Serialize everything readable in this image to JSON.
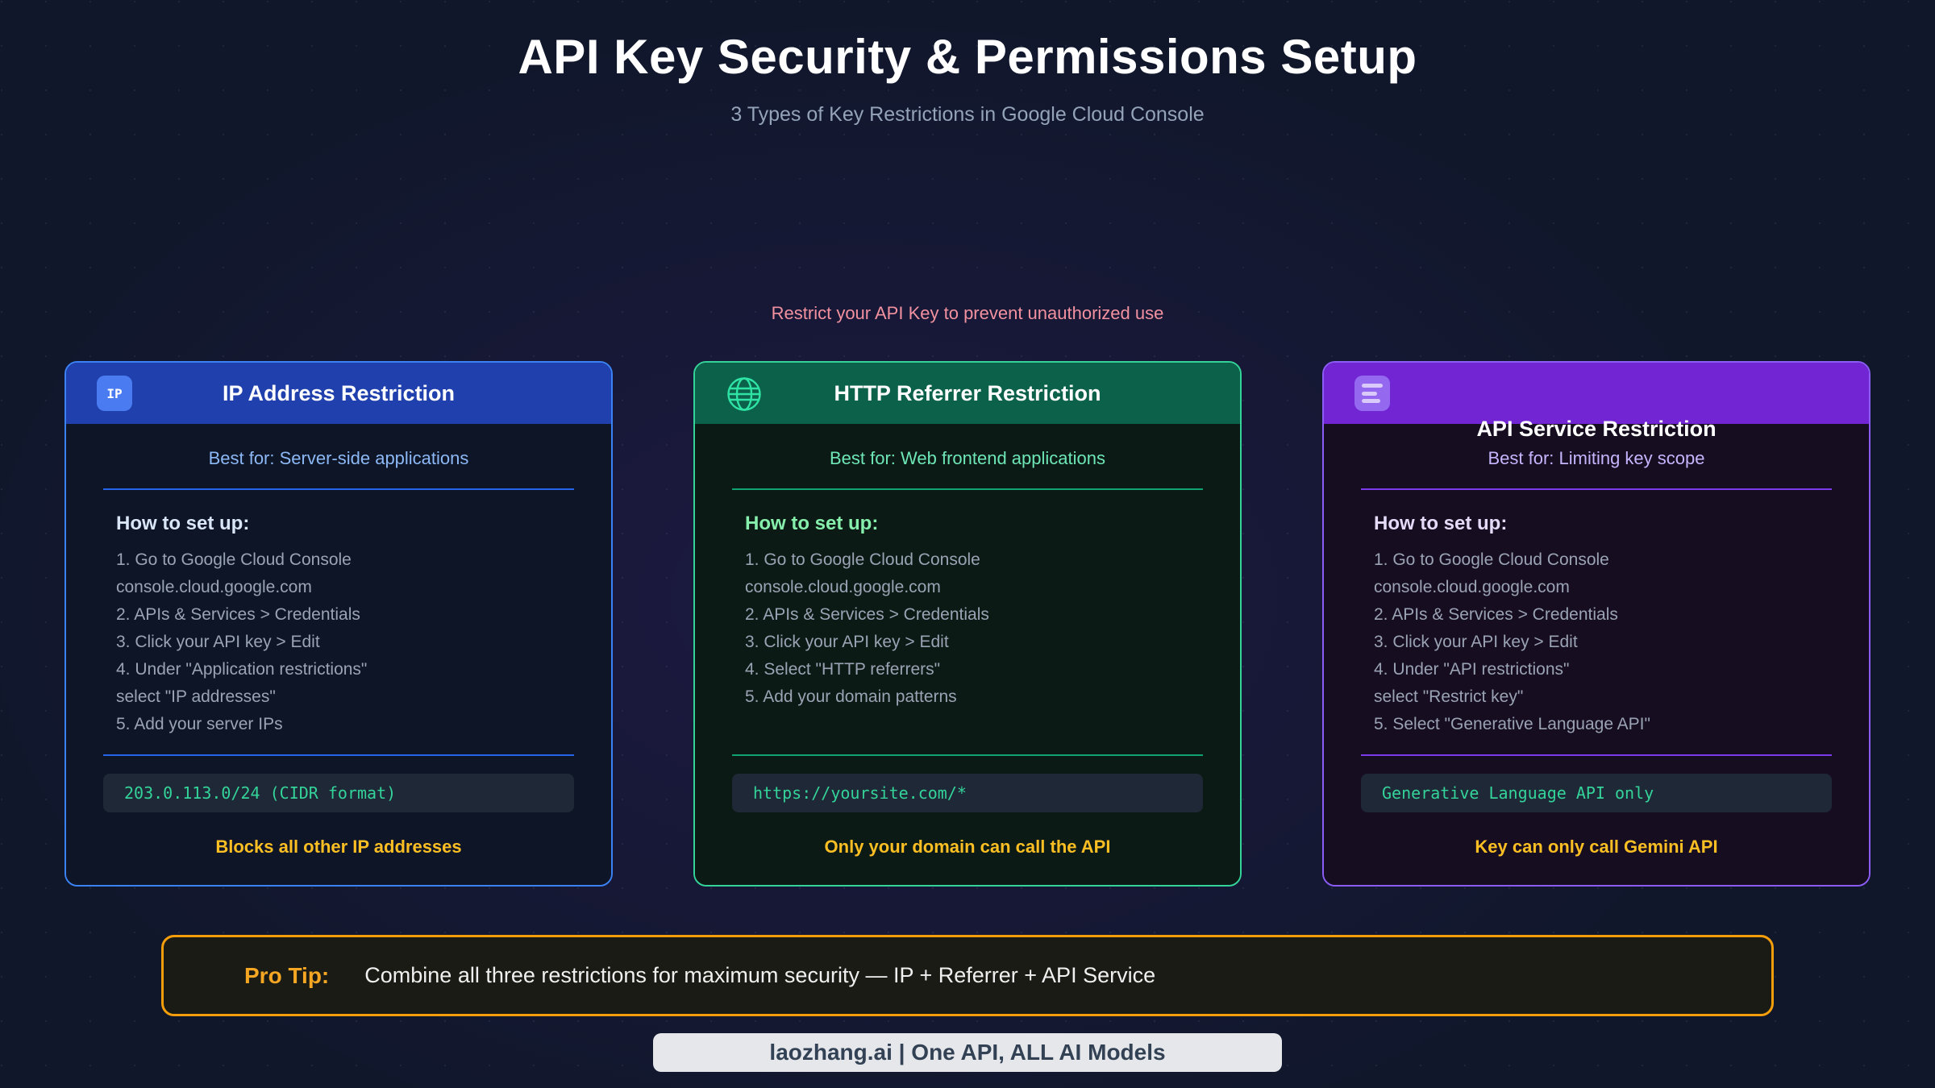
{
  "page": {
    "title": "API Key Security & Permissions Setup",
    "subtitle": "3 Types of Key Restrictions in Google Cloud Console",
    "banner": "Restrict your API Key to prevent unauthorized use"
  },
  "cards": [
    {
      "icon": "ip-badge-icon",
      "icon_label": "IP",
      "title": "IP Address Restriction",
      "best_for": "Best for: Server-side applications",
      "how_to_label": "How to set up:",
      "steps": [
        "1. Go to Google Cloud Console",
        "console.cloud.google.com",
        "2. APIs & Services > Credentials",
        "3. Click your API key > Edit",
        "4. Under \"Application restrictions\"",
        "select \"IP addresses\"",
        "5. Add your server IPs"
      ],
      "code": "203.0.113.0/24 (CIDR format)",
      "effect": "Blocks all other IP addresses",
      "accent_color": "#3b82f6",
      "header_color": "#2040ae"
    },
    {
      "icon": "globe-icon",
      "title": "HTTP Referrer Restriction",
      "best_for": "Best for: Web frontend applications",
      "how_to_label": "How to set up:",
      "steps": [
        "1. Go to Google Cloud Console",
        "console.cloud.google.com",
        "2. APIs & Services > Credentials",
        "3. Click your API key > Edit",
        "4. Select \"HTTP referrers\"",
        "5. Add your domain patterns"
      ],
      "code": "https://yoursite.com/*",
      "effect": "Only your domain can call the API",
      "accent_color": "#34d399",
      "header_color": "#0b6149"
    },
    {
      "icon": "list-badge-icon",
      "title": "API Service Restriction",
      "best_for": "Best for: Limiting key scope",
      "how_to_label": "How to set up:",
      "steps": [
        "1. Go to Google Cloud Console",
        "console.cloud.google.com",
        "2. APIs & Services > Credentials",
        "3. Click your API key > Edit",
        "4. Under \"API restrictions\"",
        "select \"Restrict key\"",
        "5. Select \"Generative Language API\""
      ],
      "code": "Generative Language API only",
      "effect": "Key can only call Gemini API",
      "accent_color": "#8b5cf6",
      "header_color": "#7226d3"
    }
  ],
  "pro_tip": {
    "label": "Pro Tip:",
    "text": "Combine all three restrictions for maximum security — IP + Referrer + API Service"
  },
  "footer": {
    "text": "laozhang.ai | One API, ALL AI Models"
  },
  "colors": {
    "background": "#10172a",
    "banner_pink": "#f2919f",
    "code_green": "#34d399",
    "effect_amber": "#fbbf24",
    "protip_border": "#f59e0b",
    "step_gray": "#9aa3b4"
  }
}
